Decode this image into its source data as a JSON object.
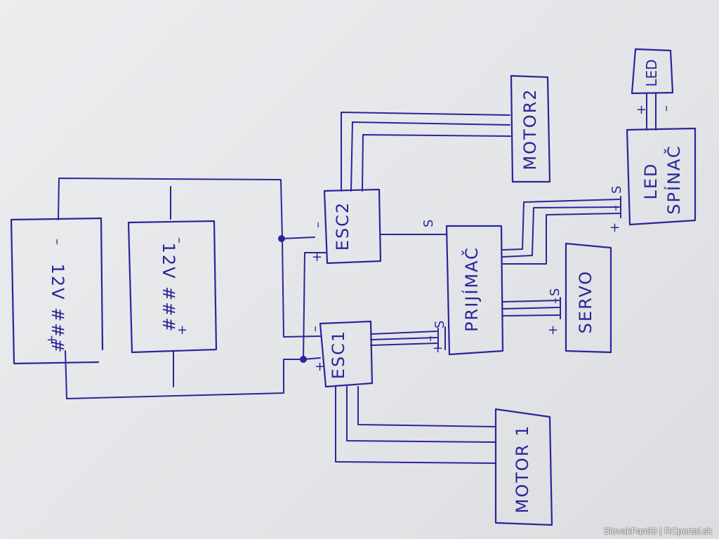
{
  "blocks": {
    "bat1": "12V ###",
    "bat2": "12V ###",
    "esc1": "ESC1",
    "esc2": "ESC2",
    "receiver": "PRIJÍMAČ",
    "servo": "SERVO",
    "motor1": "MOTOR 1",
    "motor2": "MOTOR2",
    "switch_line1": "LED",
    "switch_line2": "SPÍNAČ",
    "led": "LED"
  },
  "symbols": {
    "plus": "+",
    "minus": "–",
    "signal": "S"
  },
  "watermark": "SlovakFan83 | RCportal.sk",
  "colors": {
    "ink": "#27269a",
    "paper": "#e6e7e9"
  }
}
